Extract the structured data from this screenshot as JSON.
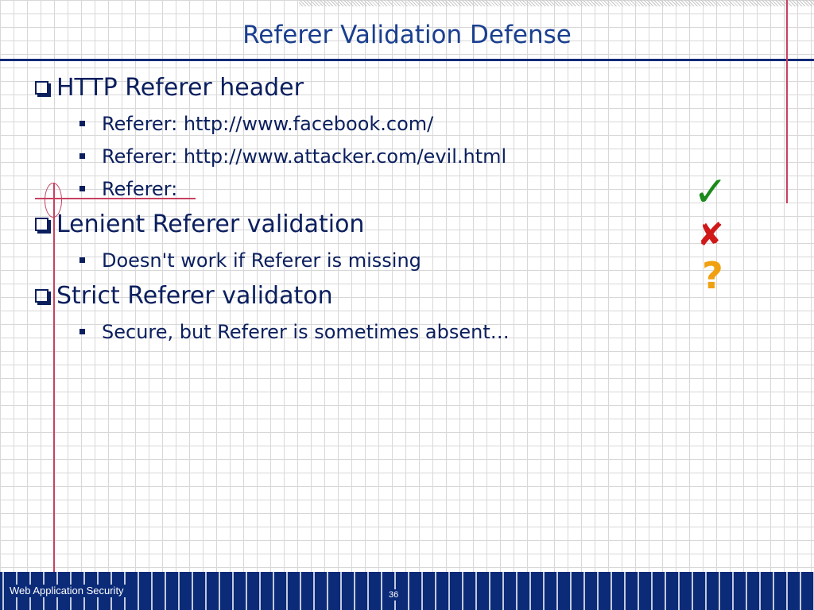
{
  "slide": {
    "title": "Referer Validation Defense",
    "bullets": [
      {
        "text": "HTTP Referer header",
        "sub": [
          "Referer: http://www.facebook.com/",
          "Referer: http://www.attacker.com/evil.html",
          "Referer:"
        ]
      },
      {
        "text": "Lenient Referer validation",
        "sub": [
          "Doesn't work if Referer is missing"
        ]
      },
      {
        "text": "Strict Referer validaton",
        "sub": [
          "Secure, but Referer is sometimes absent…"
        ]
      }
    ],
    "marks": {
      "check": "✓",
      "cross": "✘",
      "question": "?"
    }
  },
  "footer": {
    "label": "Web Application Security",
    "page_number": "36"
  },
  "colors": {
    "title": "#1a3f8f",
    "text": "#0b1f5e",
    "rule": "#0b2a78",
    "margin_line": "#c84060",
    "check": "#1a8a1a",
    "cross": "#d01818",
    "question": "#f0a010"
  },
  "icons": {
    "bullet_level1": "checkbox-square-icon",
    "bullet_level2": "filled-square-icon",
    "check": "check-mark-icon",
    "cross": "cross-mark-icon",
    "question": "question-mark-icon"
  }
}
